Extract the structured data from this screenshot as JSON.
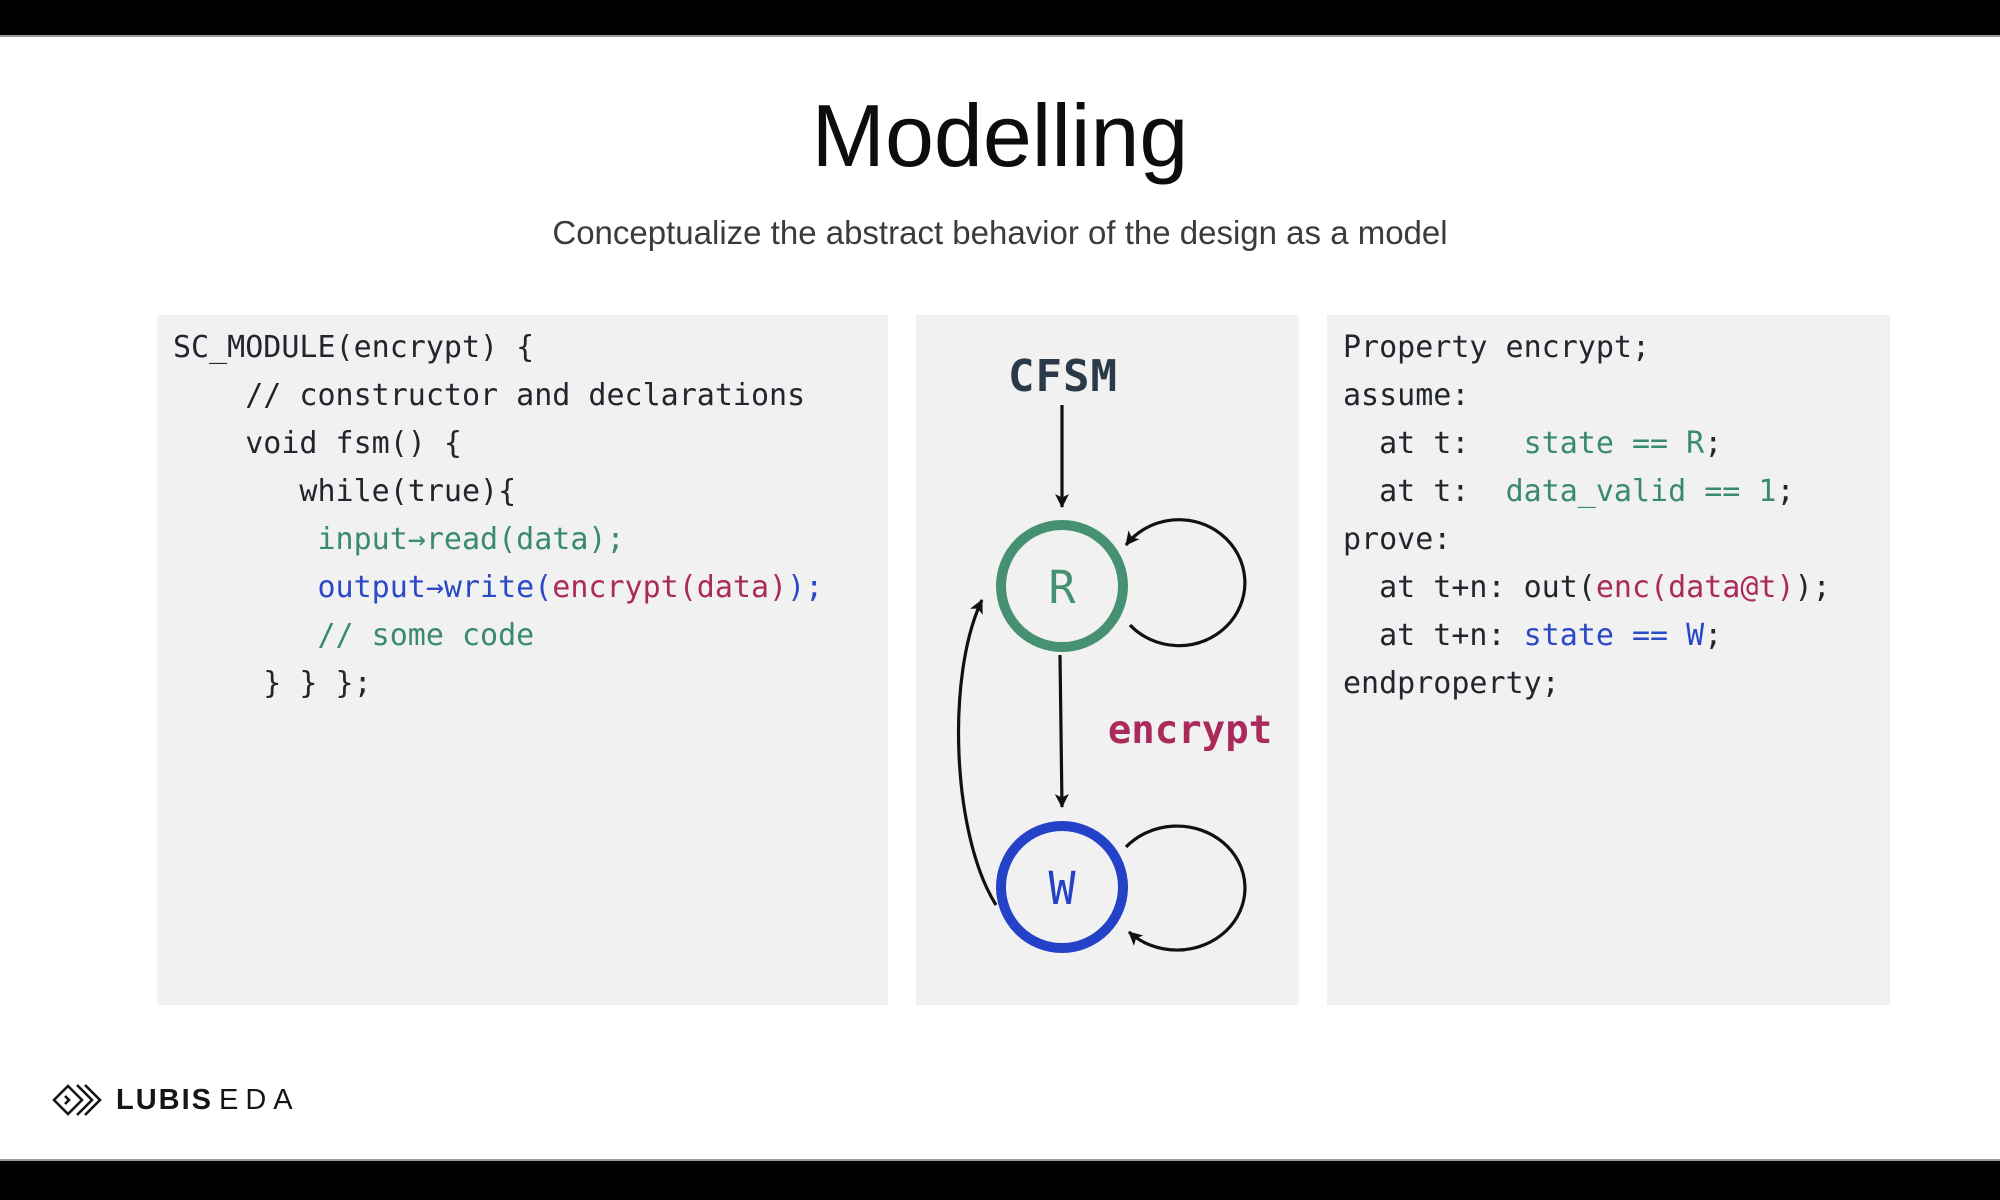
{
  "slide": {
    "title": "Modelling",
    "subtitle": "Conceptualize the abstract behavior of the design as a model"
  },
  "colors": {
    "bar": "#000000",
    "title": "#0d0d0d",
    "subtitle": "#3b3b3b",
    "panelbg": "#f1f1f1",
    "ink": "#21252d",
    "green": "#3a8b6c",
    "blue": "#2a49c6",
    "crimson": "#ab2a5c",
    "circlegreen": "#479173",
    "circleblue": "#2342c8",
    "diagramlabel": "#2b3a48",
    "arrow": "#111111",
    "logoink": "#161616"
  },
  "systemc_panel": {
    "lines": [
      [
        [
          "k",
          "SC_MODULE(encrypt) {"
        ]
      ],
      [
        [
          "k",
          "    // constructor and declarations"
        ]
      ],
      [
        [
          "k",
          "    void fsm() {"
        ]
      ],
      [
        [
          "k",
          "       while(true){"
        ]
      ],
      [
        [
          "g",
          "        input→read(data);"
        ]
      ],
      [
        [
          "b",
          "        output→write("
        ],
        [
          "r",
          "encrypt(data)"
        ],
        [
          "b",
          ");"
        ]
      ],
      [
        [
          "g",
          "        // some code"
        ]
      ],
      [
        [
          "k",
          "     } } };"
        ]
      ]
    ]
  },
  "diagram": {
    "label": "CFSM",
    "state_r": "R",
    "state_w": "W",
    "transition_label": "encrypt"
  },
  "property_panel": {
    "lines": [
      [
        [
          "k",
          "Property encrypt;"
        ]
      ],
      [
        [
          "k",
          "assume:"
        ]
      ],
      [
        [
          "k",
          "  at t:   "
        ],
        [
          "g",
          "state == R"
        ],
        [
          "k",
          ";"
        ]
      ],
      [
        [
          "k",
          "  at t:  "
        ],
        [
          "g",
          "data_valid == 1"
        ],
        [
          "k",
          ";"
        ]
      ],
      [
        [
          "k",
          "prove:"
        ]
      ],
      [
        [
          "k",
          "  at t+n: out("
        ],
        [
          "r",
          "enc(data@t)"
        ],
        [
          "k",
          ");"
        ]
      ],
      [
        [
          "k",
          "  at t+n: "
        ],
        [
          "b",
          "state == W"
        ],
        [
          "k",
          ";"
        ]
      ],
      [
        [
          "k",
          "endproperty;"
        ]
      ]
    ]
  },
  "logo": {
    "brand_bold": "LUBIS",
    "brand_light": "EDA"
  }
}
